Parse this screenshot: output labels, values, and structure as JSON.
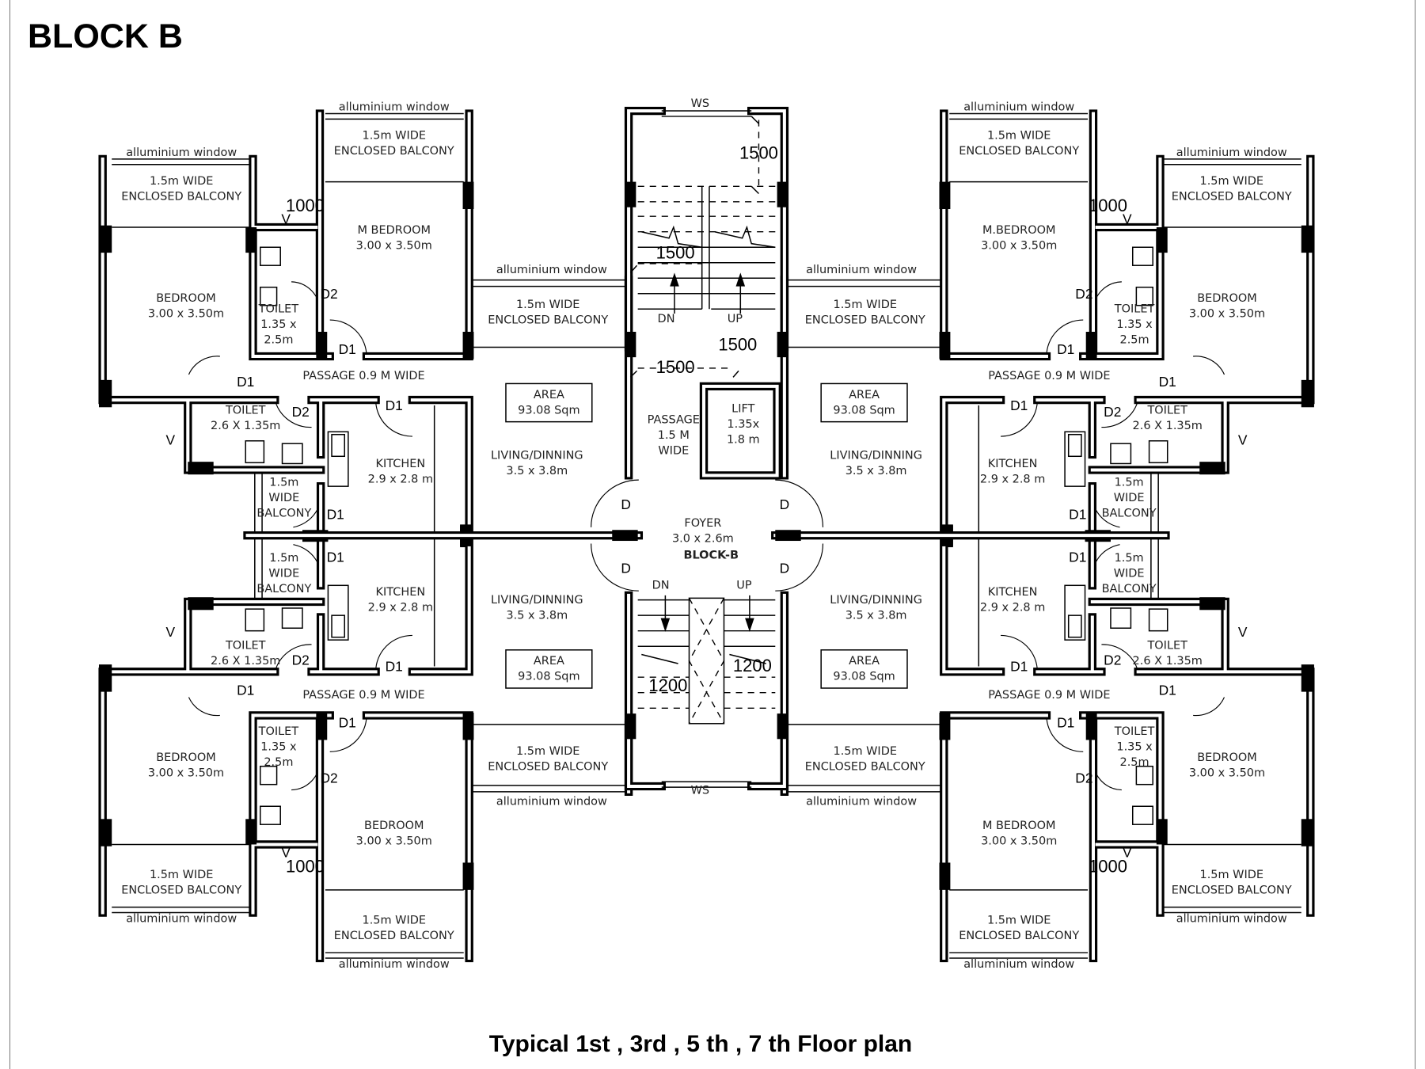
{
  "title": "BLOCK B",
  "caption": "Typical 1st , 3rd , 5 th , 7 th Floor plan",
  "labels": {
    "window": "alluminium window",
    "enclosed_balcony": [
      "1.5m WIDE",
      "ENCLOSED BALCONY"
    ],
    "small_balcony": [
      "1.5m",
      "WIDE",
      "BALCONY"
    ],
    "passage": "PASSAGE  0.9 M   WIDE",
    "living": [
      "LIVING/DINNING",
      "3.5  x 3.8m"
    ],
    "area": [
      "AREA",
      "93.08 Sqm"
    ],
    "ventilator": "V",
    "door_d1": "D1",
    "door_d2": "D2",
    "door_d": "D",
    "dim_1000": "1000"
  },
  "rooms": {
    "m_bedroom": "M BEDROOM",
    "m_bedroom_alt": "M.BEDROOM",
    "bedroom": "BEDROOM",
    "bedroom_size": "3.00 x 3.50m",
    "toilet_small": [
      "TOILET",
      "1.35 x",
      "2.5m"
    ],
    "toilet_large": [
      "TOILET",
      "2.6 X 1.35m"
    ],
    "kitchen": [
      "KITCHEN",
      "2.9 x 2.8 m"
    ]
  },
  "core": {
    "ws": "WS",
    "dims": [
      "1500",
      "1500",
      "1500",
      "1500",
      "1200",
      "1200"
    ],
    "dn": "DN",
    "up": "UP",
    "passage": [
      "PASSAGE",
      "1.5 M",
      "WIDE"
    ],
    "lift": [
      "LIFT",
      "1.35x",
      "1.8 m"
    ],
    "foyer": [
      "FOYER",
      "3.0 x 2.6m",
      "BLOCK-B"
    ]
  }
}
